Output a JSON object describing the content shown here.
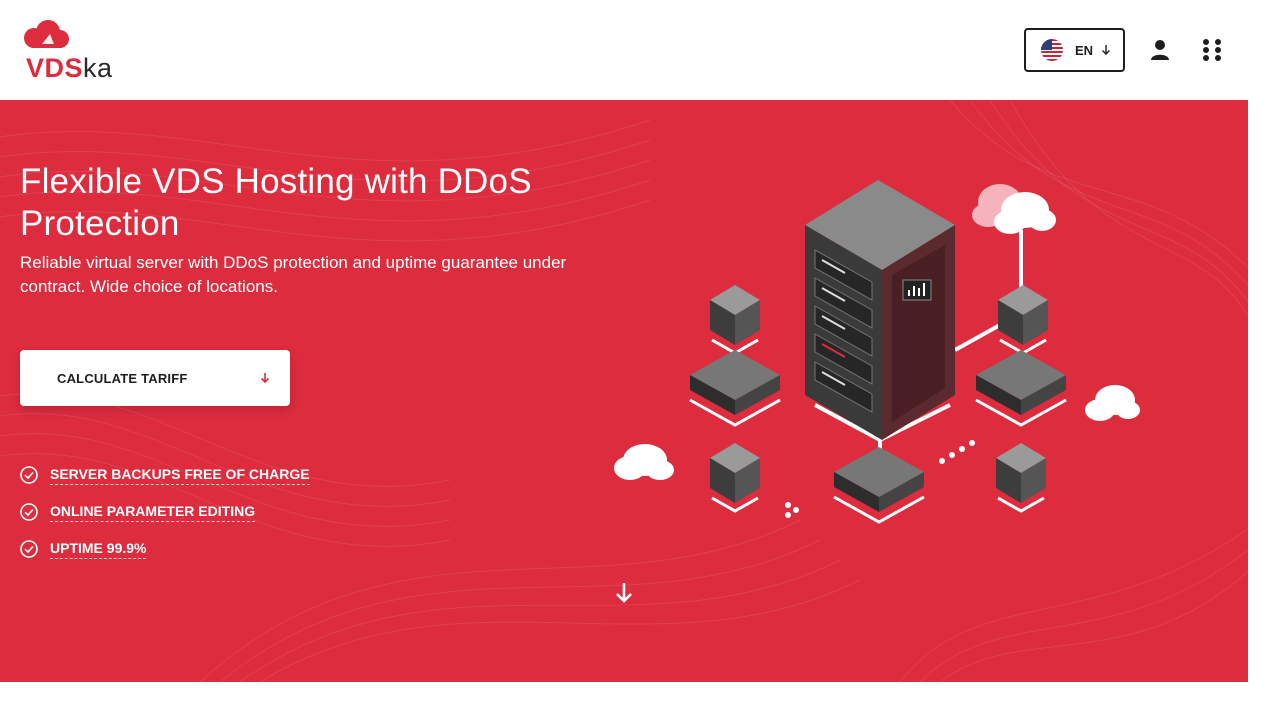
{
  "header": {
    "logo": {
      "part1": "VDS",
      "part2": "ka"
    },
    "language": {
      "label": "EN",
      "flag": "us-flag-icon"
    },
    "icons": {
      "user": "user-icon",
      "menu": "grid-menu-icon"
    }
  },
  "hero": {
    "title": "Flexible VDS Hosting with DDoS Protection",
    "subtitle": "Reliable virtual server with DDoS protection and uptime guarantee under contract. Wide choice of locations.",
    "cta_label": "CALCULATE TARIFF",
    "features": [
      {
        "label": "SERVER BACKUPS FREE OF CHARGE"
      },
      {
        "label": "ONLINE PARAMETER EDITING"
      },
      {
        "label": "UPTIME 99.9%"
      }
    ]
  },
  "colors": {
    "brand": "#dc2c3e",
    "dark": "#1e1e1e",
    "white": "#ffffff"
  }
}
